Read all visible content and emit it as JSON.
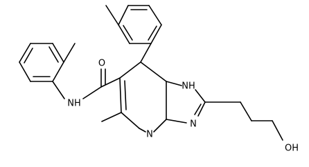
{
  "structure": {
    "atoms": [
      {
        "id": "O_carbonyl",
        "label": "O"
      },
      {
        "id": "N_amide",
        "label": "NH"
      },
      {
        "id": "N_ring_H",
        "label": "NH"
      },
      {
        "id": "N_pyrimidine",
        "label": "N"
      },
      {
        "id": "N_triazole",
        "label": "N"
      },
      {
        "id": "O_hydroxyl",
        "label": "OH"
      }
    ]
  },
  "colors": {
    "bond": "#000000",
    "label": "#000000",
    "background": "#ffffff"
  }
}
